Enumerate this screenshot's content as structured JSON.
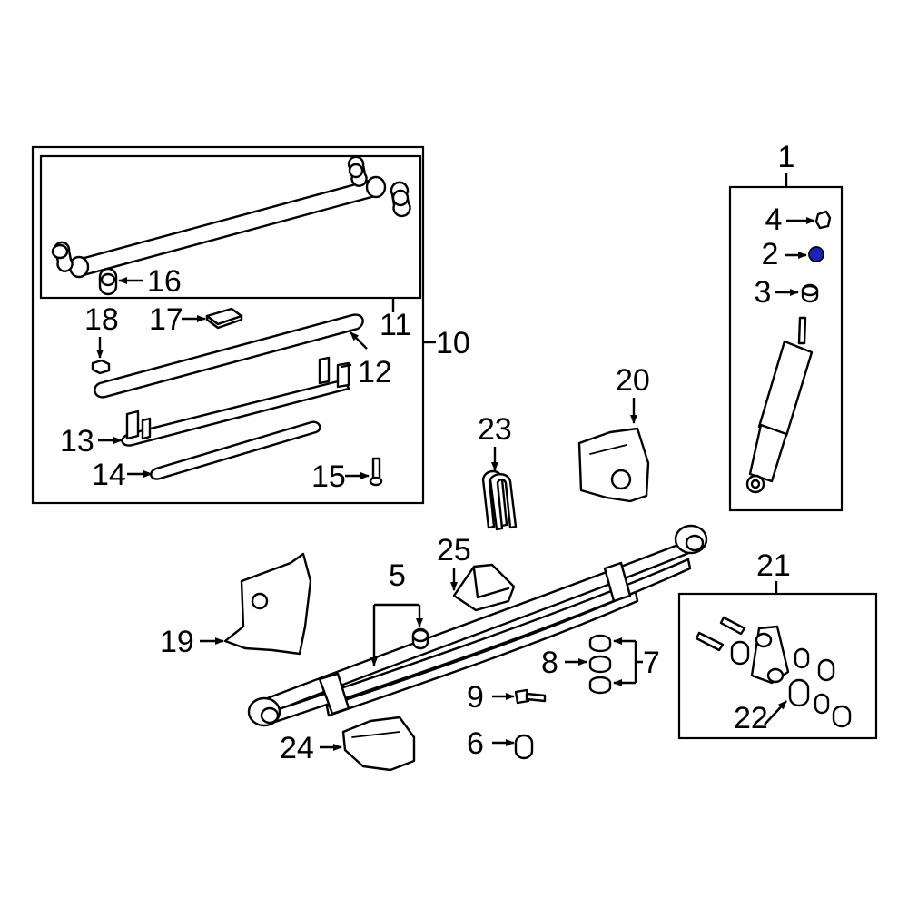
{
  "labels": {
    "l1": "1",
    "l2": "2",
    "l3": "3",
    "l4": "4",
    "l5": "5",
    "l6": "6",
    "l7": "7",
    "l8": "8",
    "l9": "9",
    "l10": "10",
    "l11": "11",
    "l12": "12",
    "l13": "13",
    "l14": "14",
    "l15": "15",
    "l16": "16",
    "l17": "17",
    "l18": "18",
    "l19": "19",
    "l20": "20",
    "l21": "21",
    "l22": "22",
    "l23": "23",
    "l24": "24",
    "l25": "25"
  },
  "colors": {
    "highlight": "#1a22b8"
  }
}
